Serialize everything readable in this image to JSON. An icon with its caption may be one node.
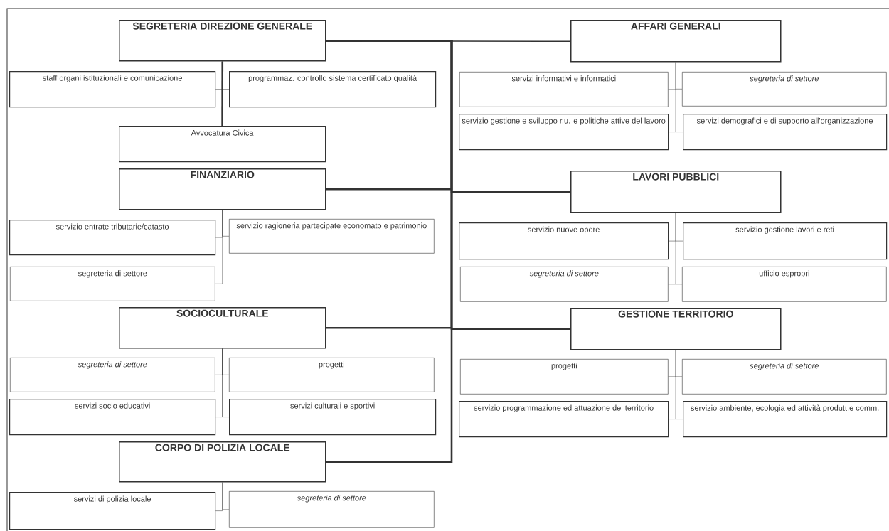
{
  "diagram": {
    "nodes": [
      {
        "text": [
          "SEGRETERIA DIREZIONE GENERALE"
        ]
      },
      {
        "text": [
          "staff organi istituzionali e comunicazione"
        ]
      },
      {
        "text": [
          "programmaz. controllo sistema certificato qualità"
        ]
      },
      {
        "text": [
          "Avvocatura Civica"
        ]
      },
      {
        "text": [
          "AFFARI GENERALI"
        ]
      },
      {
        "text": [
          "servizi informativi e informatici"
        ]
      },
      {
        "text": [
          "segreteria di settore"
        ]
      },
      {
        "text": [
          "servizio gestione e sviluppo r.u. e politiche attive del lavoro"
        ]
      },
      {
        "text": [
          "servizi demografici e di supporto all'organizzazione"
        ]
      },
      {
        "text": [
          "FINANZIARIO"
        ]
      },
      {
        "text": [
          "servizio entrate tributarie/catasto"
        ]
      },
      {
        "text": [
          "servizio ragioneria partecipate economato e patrimonio"
        ]
      },
      {
        "text": [
          "segreteria di settore"
        ]
      },
      {
        "text": [
          "LAVORI PUBBLICI"
        ]
      },
      {
        "text": [
          "servizio nuove opere"
        ]
      },
      {
        "text": [
          "servizio gestione lavori e reti"
        ]
      },
      {
        "text": [
          "segreteria di settore"
        ]
      },
      {
        "text": [
          "ufficio espropri"
        ]
      },
      {
        "text": [
          "SOCIOCULTURALE"
        ]
      },
      {
        "text": [
          "segreteria di settore"
        ]
      },
      {
        "text": [
          "progetti"
        ]
      },
      {
        "text": [
          "servizi socio educativi"
        ]
      },
      {
        "text": [
          "servizi culturali e sportivi"
        ]
      },
      {
        "text": [
          "GESTIONE TERRITORIO"
        ]
      },
      {
        "text": [
          "progetti"
        ]
      },
      {
        "text": [
          "segreteria di settore"
        ]
      },
      {
        "text": [
          "servizio programmazione ed attuazione del territorio"
        ]
      },
      {
        "text": [
          "servizio ambiente, ecologia ed attività produtt.e comm."
        ]
      },
      {
        "text": [
          "CORPO DI POLIZIA LOCALE"
        ]
      },
      {
        "text": [
          "servizi di polizia locale"
        ]
      },
      {
        "text": [
          "segreteria di settore"
        ]
      }
    ],
    "edges": [
      {
        "from": 0,
        "to": 4,
        "arrow": "none",
        "style": "thick"
      },
      {
        "from": 0,
        "to": 9,
        "arrow": "none",
        "style": "thick"
      },
      {
        "from": 0,
        "to": 13,
        "arrow": "none",
        "style": "thick"
      },
      {
        "from": 0,
        "to": 18,
        "arrow": "none",
        "style": "thick"
      },
      {
        "from": 0,
        "to": 23,
        "arrow": "none",
        "style": "thick"
      },
      {
        "from": 0,
        "to": 28,
        "arrow": "none",
        "style": "thick"
      },
      {
        "from": 0,
        "to": 1,
        "arrow": "none"
      },
      {
        "from": 0,
        "to": 2,
        "arrow": "none"
      },
      {
        "from": 0,
        "to": 3,
        "arrow": "none",
        "style": "thick"
      },
      {
        "from": 4,
        "to": 5,
        "arrow": "none"
      },
      {
        "from": 4,
        "to": 6,
        "arrow": "none"
      },
      {
        "from": 4,
        "to": 7,
        "arrow": "none"
      },
      {
        "from": 4,
        "to": 8,
        "arrow": "none"
      },
      {
        "from": 9,
        "to": 10,
        "arrow": "none"
      },
      {
        "from": 9,
        "to": 11,
        "arrow": "none"
      },
      {
        "from": 9,
        "to": 12,
        "arrow": "none"
      },
      {
        "from": 13,
        "to": 14,
        "arrow": "none"
      },
      {
        "from": 13,
        "to": 15,
        "arrow": "none"
      },
      {
        "from": 13,
        "to": 16,
        "arrow": "none"
      },
      {
        "from": 13,
        "to": 17,
        "arrow": "none"
      },
      {
        "from": 18,
        "to": 19,
        "arrow": "none"
      },
      {
        "from": 18,
        "to": 20,
        "arrow": "none"
      },
      {
        "from": 18,
        "to": 21,
        "arrow": "none"
      },
      {
        "from": 18,
        "to": 22,
        "arrow": "none"
      },
      {
        "from": 23,
        "to": 24,
        "arrow": "none"
      },
      {
        "from": 23,
        "to": 25,
        "arrow": "none"
      },
      {
        "from": 23,
        "to": 26,
        "arrow": "none"
      },
      {
        "from": 23,
        "to": 27,
        "arrow": "none"
      },
      {
        "from": 28,
        "to": 29,
        "arrow": "none"
      },
      {
        "from": 28,
        "to": 30,
        "arrow": "none"
      }
    ]
  }
}
